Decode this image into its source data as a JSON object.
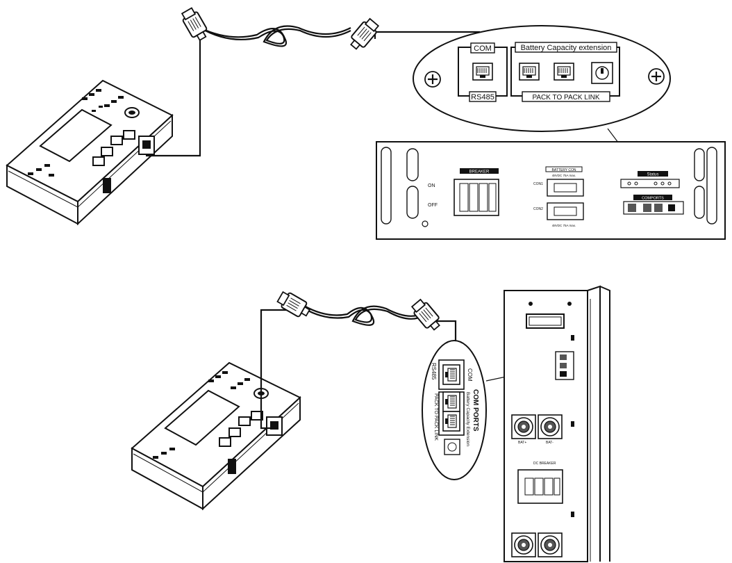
{
  "top_callout": {
    "com_label": "COM",
    "rs485_label": "RS485",
    "battery_capacity_label": "Battery Capacity extension",
    "pack_link_label": "PACK TO PACK LINK"
  },
  "rack_battery": {
    "breaker_label": "BREAKER",
    "on_label": "ON",
    "off_label": "OFF",
    "battery_con_label": "BATTERY CON",
    "rating_top": "48VDC 75A max.",
    "rating_bottom": "48VDC 75A max.",
    "con1_label": "CON1",
    "con2_label": "CON2",
    "status_label": "Status",
    "comports_label": "COMPORTS"
  },
  "side_callout": {
    "com_label": "COM",
    "rs485_label": "RS485",
    "com_ports_title": "COM PORTS",
    "battery_capacity_label": "Battery Capacity Extension",
    "pack_link_label": "PACK TO PACK LINK"
  },
  "tower_battery": {
    "bat_pos_label": "BAT+",
    "bat_neg_label": "BAT-",
    "dc_breaker_label": "DC BREAKER"
  }
}
